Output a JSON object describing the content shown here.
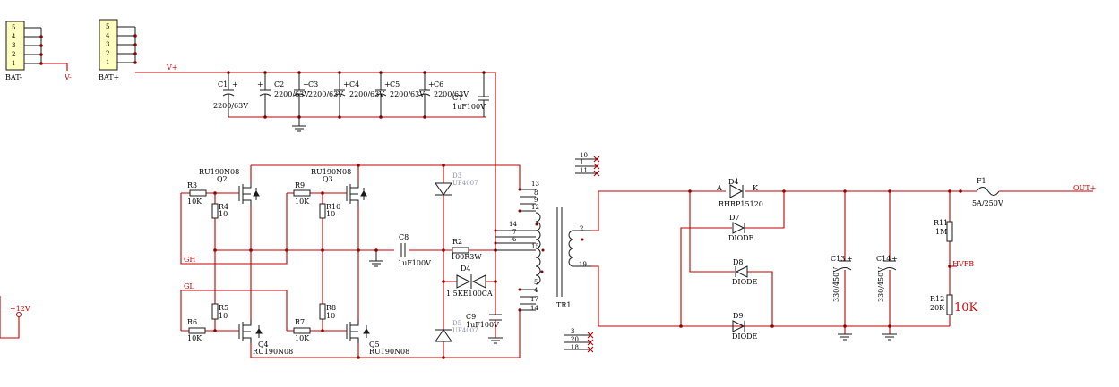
{
  "connectors": {
    "bat_minus": {
      "ref": "BAT-",
      "pins": [
        "5",
        "4",
        "3",
        "2",
        "1"
      ],
      "net": "V-"
    },
    "bat_plus": {
      "ref": "BAT+",
      "pins": [
        "5",
        "4",
        "3",
        "2",
        "1"
      ],
      "net": "V+"
    }
  },
  "power_nets": {
    "vplus": "V+",
    "vminus": "V-",
    "p12v": "+12V"
  },
  "caps_input": [
    {
      "ref": "C1",
      "value": "2200/63V"
    },
    {
      "ref": "C2",
      "value": "2200/63V"
    },
    {
      "ref": "C3",
      "value": "2200/63V"
    },
    {
      "ref": "C4",
      "value": "2200/63V"
    },
    {
      "ref": "C5",
      "value": "2200/63V"
    },
    {
      "ref": "C6",
      "value": "2200/63V"
    },
    {
      "ref": "C7",
      "value": "1uF100V"
    }
  ],
  "mosfets": [
    {
      "ref": "Q2",
      "part": "RU190N08"
    },
    {
      "ref": "Q3",
      "part": "RU190N08"
    },
    {
      "ref": "Q4",
      "part": "RU190N08"
    },
    {
      "ref": "Q5",
      "part": "RU190N08"
    }
  ],
  "resistors": {
    "R3": {
      "ref": "R3",
      "value": "10K"
    },
    "R4": {
      "ref": "R4",
      "value": "10"
    },
    "R9": {
      "ref": "R9",
      "value": "10K"
    },
    "R10": {
      "ref": "R10",
      "value": "10"
    },
    "R5": {
      "ref": "R5",
      "value": "10"
    },
    "R6": {
      "ref": "R6",
      "value": "10K"
    },
    "R7": {
      "ref": "R7",
      "value": "10K"
    },
    "R8": {
      "ref": "R8",
      "value": "10"
    },
    "R2": {
      "ref": "R2",
      "value": "100R3W"
    },
    "R11": {
      "ref": "R11",
      "value": "1M"
    },
    "R12": {
      "ref": "R12",
      "value": "20K",
      "note": "10K"
    }
  },
  "gate_nets": {
    "gh": "GH",
    "gl": "GL"
  },
  "caps_mid": {
    "C8": {
      "ref": "C8",
      "value": "1uF100V"
    },
    "C9": {
      "ref": "C9",
      "value": "1uF100V"
    }
  },
  "diodes_mid": {
    "D3": {
      "ref": "D3",
      "part": "UF4007"
    },
    "D5": {
      "ref": "D5",
      "part": "UF4007"
    },
    "D4": {
      "ref": "D4",
      "part": "1.5KE100CA"
    }
  },
  "transformer": {
    "ref": "TR1",
    "top_pins": [
      "13",
      "8",
      "9",
      "12"
    ],
    "mid_pins": [
      "14",
      "7",
      "6",
      "15"
    ],
    "bot_pins": [
      "5",
      "4",
      "17",
      "14"
    ],
    "sec_pins": [
      "2",
      "19"
    ],
    "nc_top": [
      "10",
      "1",
      "11"
    ],
    "nc_bot": [
      "3",
      "20",
      "18"
    ]
  },
  "output": {
    "diode_main": {
      "ref": "D4",
      "part": "RHRP15120",
      "a": "A",
      "k": "K"
    },
    "d7": {
      "ref": "D7",
      "part": "DIODE"
    },
    "d8": {
      "ref": "D8",
      "part": "DIODE"
    },
    "d9": {
      "ref": "D9",
      "part": "DIODE"
    },
    "c13": {
      "ref": "C13",
      "value": "330/450V"
    },
    "c14": {
      "ref": "C14",
      "value": "330/450V"
    },
    "fuse": {
      "ref": "F1",
      "value": "5A/250V"
    },
    "out_net": "OUT+",
    "fb_net": "HVFB"
  }
}
